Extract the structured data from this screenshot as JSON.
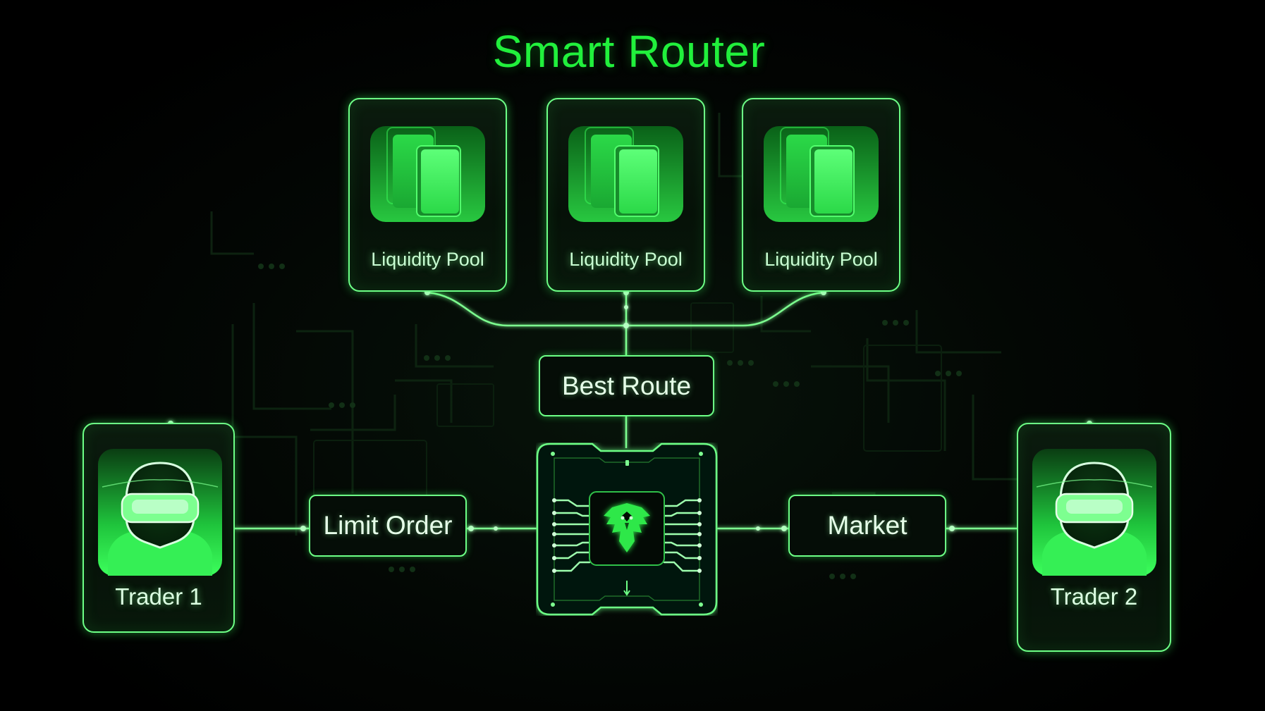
{
  "title": "Smart Router",
  "pools": [
    {
      "label": "Liquidity Pool"
    },
    {
      "label": "Liquidity Pool"
    },
    {
      "label": "Liquidity Pool"
    }
  ],
  "route": {
    "label": "Best Route"
  },
  "orders": {
    "limit": "Limit Order",
    "market": "Market"
  },
  "traders": [
    {
      "label": "Trader 1"
    },
    {
      "label": "Trader 2"
    }
  ],
  "router_icon": "eagle-icon",
  "pool_icon": "stacked-cards-icon",
  "trader_icon": "vr-headset-avatar-icon",
  "colors": {
    "accent": "#21f03c",
    "border": "#6dff86",
    "background": "#000000"
  }
}
